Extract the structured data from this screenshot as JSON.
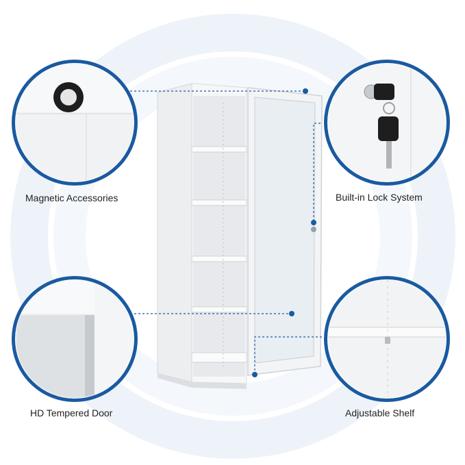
{
  "features": [
    {
      "label": "Magnetic Accessories",
      "icon": "magnet-catch-icon"
    },
    {
      "label": "Built-in Lock System",
      "icon": "lock-key-icon"
    },
    {
      "label": "HD Tempered Door",
      "icon": "glass-door-icon"
    },
    {
      "label": "Adjustable Shelf",
      "icon": "shelf-bracket-icon"
    }
  ],
  "colors": {
    "accent": "#1a5aa0",
    "halo": "#e8f0f8",
    "cabinet": "#f4f5f6",
    "cabinet_shadow": "#d8dadd"
  }
}
